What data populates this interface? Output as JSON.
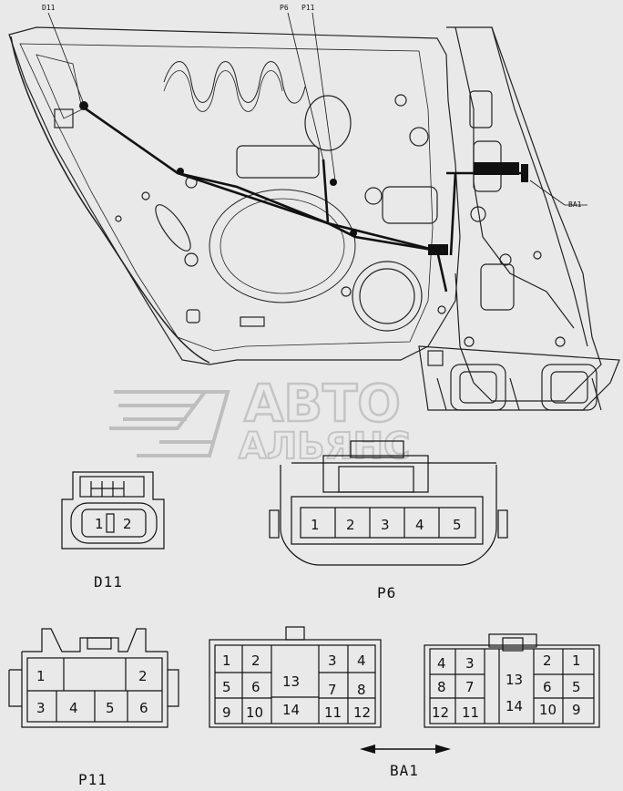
{
  "callouts": {
    "d11": "D11",
    "p6": "P6",
    "p11": "P11",
    "ba1": "BA1"
  },
  "watermark": {
    "line1": "АВТО",
    "line2": "АЛЬЯНС"
  },
  "connectors": {
    "d11": {
      "label": "D11",
      "pins": [
        "1",
        "2"
      ]
    },
    "p6": {
      "label": "P6",
      "pins": [
        "1",
        "2",
        "3",
        "4",
        "5"
      ]
    },
    "p11": {
      "label": "P11",
      "pins": [
        "1",
        "2",
        "3",
        "4",
        "5",
        "6"
      ]
    },
    "ba1_left": {
      "pins": [
        "1",
        "2",
        "3",
        "4",
        "5",
        "6",
        "7",
        "8",
        "9",
        "10",
        "11",
        "12",
        "13",
        "14"
      ]
    },
    "ba1_right": {
      "pins": [
        "1",
        "2",
        "3",
        "4",
        "5",
        "6",
        "7",
        "8",
        "9",
        "10",
        "11",
        "12",
        "13",
        "14"
      ]
    },
    "ba1": {
      "label": "BA1"
    }
  }
}
